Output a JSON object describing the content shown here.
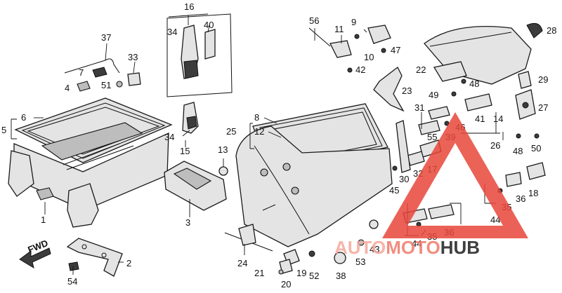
{
  "callouts": [
    {
      "id": "c1",
      "text": "1"
    },
    {
      "id": "c2",
      "text": "2"
    },
    {
      "id": "c3",
      "text": "3"
    },
    {
      "id": "c4",
      "text": "4"
    },
    {
      "id": "c5",
      "text": "5"
    },
    {
      "id": "c6",
      "text": "6"
    },
    {
      "id": "c7",
      "text": "7"
    },
    {
      "id": "c8",
      "text": "8"
    },
    {
      "id": "c9",
      "text": "9"
    },
    {
      "id": "c10",
      "text": "10"
    },
    {
      "id": "c11",
      "text": "11"
    },
    {
      "id": "c12",
      "text": "12"
    },
    {
      "id": "c13",
      "text": "13"
    },
    {
      "id": "c14",
      "text": "14"
    },
    {
      "id": "c15",
      "text": "15"
    },
    {
      "id": "c16",
      "text": "16"
    },
    {
      "id": "c17",
      "text": "17"
    },
    {
      "id": "c18",
      "text": "18"
    },
    {
      "id": "c19",
      "text": "19"
    },
    {
      "id": "c20",
      "text": "20"
    },
    {
      "id": "c21",
      "text": "21"
    },
    {
      "id": "c22",
      "text": "22"
    },
    {
      "id": "c23",
      "text": "23"
    },
    {
      "id": "c24",
      "text": "24"
    },
    {
      "id": "c25",
      "text": "25"
    },
    {
      "id": "c26",
      "text": "26"
    },
    {
      "id": "c27",
      "text": "27"
    },
    {
      "id": "c28",
      "text": "28"
    },
    {
      "id": "c29",
      "text": "29"
    },
    {
      "id": "c30",
      "text": "30"
    },
    {
      "id": "c31",
      "text": "31"
    },
    {
      "id": "c32",
      "text": "32"
    },
    {
      "id": "c33",
      "text": "33"
    },
    {
      "id": "c34a",
      "text": "34"
    },
    {
      "id": "c34b",
      "text": "34"
    },
    {
      "id": "c35a",
      "text": "35"
    },
    {
      "id": "c35b",
      "text": "35"
    },
    {
      "id": "c36a",
      "text": "36"
    },
    {
      "id": "c36b",
      "text": "36"
    },
    {
      "id": "c37",
      "text": "37"
    },
    {
      "id": "c38",
      "text": "38"
    },
    {
      "id": "c39",
      "text": "39"
    },
    {
      "id": "c40",
      "text": "40"
    },
    {
      "id": "c41",
      "text": "41"
    },
    {
      "id": "c42",
      "text": "42"
    },
    {
      "id": "c43",
      "text": "43"
    },
    {
      "id": "c44a",
      "text": "44"
    },
    {
      "id": "c44b",
      "text": "44"
    },
    {
      "id": "c45",
      "text": "45"
    },
    {
      "id": "c46",
      "text": "46"
    },
    {
      "id": "c47",
      "text": "47"
    },
    {
      "id": "c48a",
      "text": "48"
    },
    {
      "id": "c48b",
      "text": "48"
    },
    {
      "id": "c49",
      "text": "49"
    },
    {
      "id": "c50",
      "text": "50"
    },
    {
      "id": "c51",
      "text": "51"
    },
    {
      "id": "c52",
      "text": "52"
    },
    {
      "id": "c53",
      "text": "53"
    },
    {
      "id": "c54",
      "text": "54"
    },
    {
      "id": "c55",
      "text": "55"
    },
    {
      "id": "c56",
      "text": "56"
    }
  ],
  "fwd_label": "FWD",
  "watermark": {
    "part1": "AUTO",
    "part2": "MOTO",
    "part3": "HUB",
    "color_auto": "#f6a79a",
    "color_moto": "#ef7a6a",
    "color_hub": "#1e1e1e",
    "triangle_color": "#e8463a"
  }
}
